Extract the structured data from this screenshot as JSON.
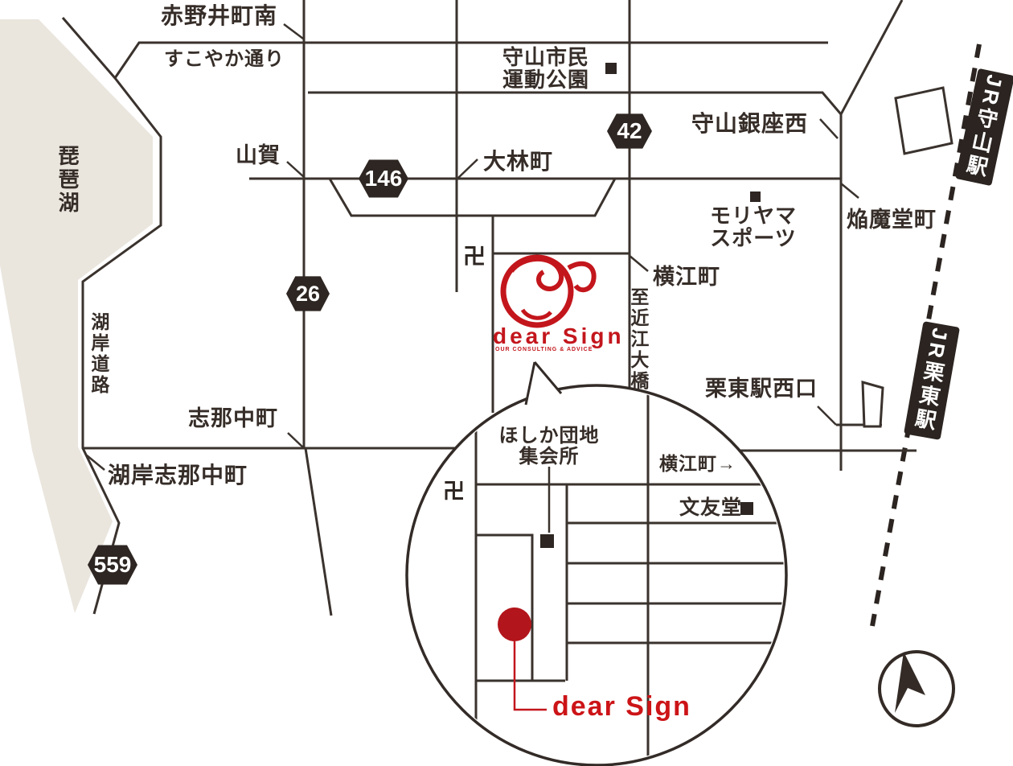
{
  "colors": {
    "red": "#c3161c",
    "dot_red": "#b2151b",
    "line": "#3a322d",
    "text": "#362d28",
    "lake": "#eae6de"
  },
  "labels": {
    "akanoi_minami": "赤野井町南",
    "sukoyaka_dori": "すこやか通り",
    "sports_park": "守山市民\n運動公園",
    "moriyama_ginza_nishi": "守山銀座西",
    "yamaga": "山賀",
    "obayashi_cho": "大林町",
    "moriyama_sports": "モリヤマ\nスポーツ",
    "enmado_cho": "焔魔堂町",
    "yokoe_cho": "横江町",
    "to_omi_ohashi": "至近江大橋",
    "lake_biwa": "琵琶湖",
    "kogan_doro": "湖岸道路",
    "shinanaka_cho": "志那中町",
    "kogan_shinanaka_cho": "湖岸志那中町",
    "ritto_sta_west": "栗東駅西口",
    "temple_mark": "卍"
  },
  "badges": {
    "r42": "42",
    "r146": "146",
    "r26": "26",
    "r559": "559"
  },
  "stations": {
    "jr_moriyama": "JR守山駅",
    "jr_ritto": "JR栗東駅"
  },
  "logo": {
    "name": "dear Sign",
    "tagline": "OUR CONSULTING & ADVICE"
  },
  "inset": {
    "hall": "ほしか団地\n集会所",
    "yokoe_arrow": "横江町→",
    "bunyudo": "文友堂",
    "temple_mark": "卍",
    "company": "dear Sign"
  }
}
